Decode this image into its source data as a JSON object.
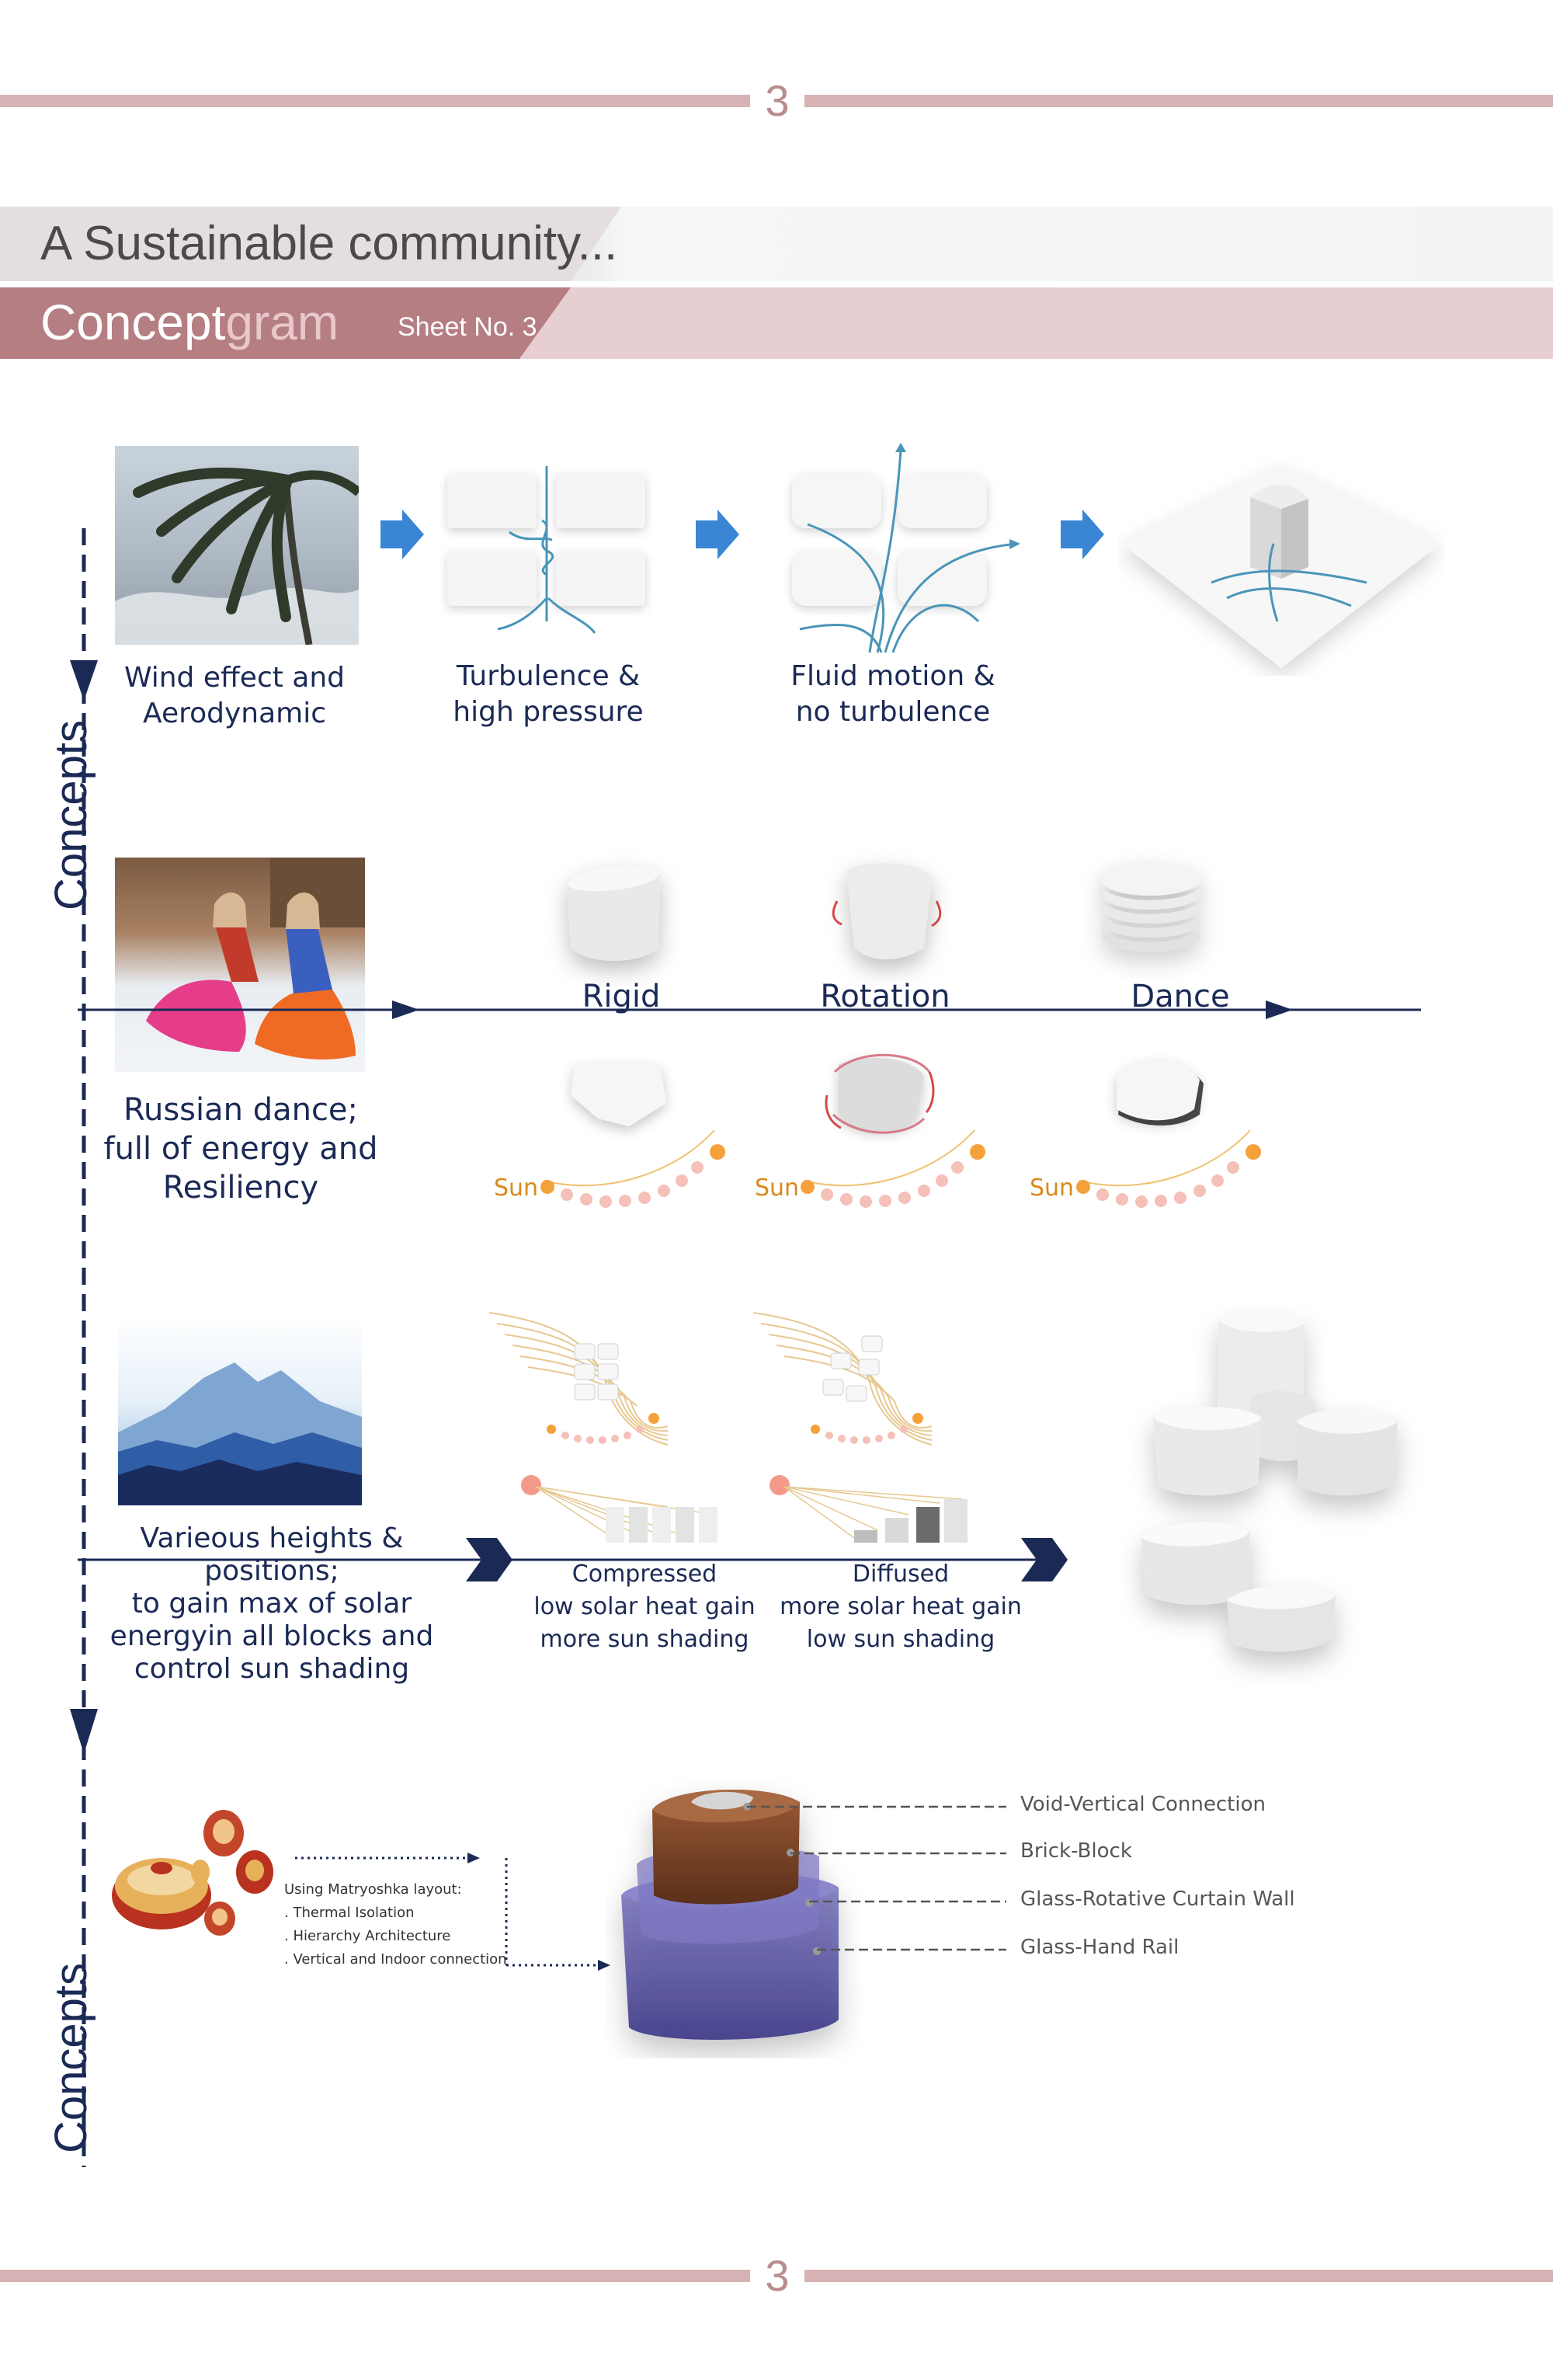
{
  "page_number": "3",
  "header": {
    "title": "A Sustainable community...",
    "subtitle_dark": "Concept",
    "subtitle_light": "gram",
    "sheet": "Sheet No. 3"
  },
  "side_labels": {
    "top": "Concepts",
    "bottom": "Concepts"
  },
  "row1": {
    "captions": [
      [
        "Wind effect and",
        "Aerodynamic"
      ],
      [
        "Turbulence &",
        "high pressure"
      ],
      [
        "Fluid motion &",
        "no turbulence"
      ]
    ]
  },
  "row2": {
    "photo_caption": [
      "Russian dance;",
      "full of energy and",
      "Resiliency"
    ],
    "stages": [
      "Rigid",
      "Rotation",
      "Dance"
    ],
    "sun_label": "Sun"
  },
  "row3": {
    "photo_caption": [
      "Varieous heights & positions;",
      "to gain max of solar",
      "energyin all blocks and",
      "control sun shading"
    ],
    "compressed": [
      "Compressed",
      "low solar heat gain",
      "more sun shading"
    ],
    "diffused": [
      "Diffused",
      "more solar heat gain",
      "low sun shading"
    ]
  },
  "row4": {
    "note_title": "Using Matryoshka layout:",
    "note_items": [
      ". Thermal Isolation",
      ". Hierarchy Architecture",
      ". Vertical and Indoor connection"
    ],
    "legend": [
      "Void-Vertical Connection",
      "Brick-Block",
      "Glass-Rotative Curtain Wall",
      "Glass-Hand Rail"
    ]
  },
  "colors": {
    "accent_rose": "#b57e83",
    "band_rose": "#d7b2b4",
    "navy": "#1b2a55",
    "arrow_blue": "#3a86d4",
    "sun_orange": "#f4a13a"
  }
}
